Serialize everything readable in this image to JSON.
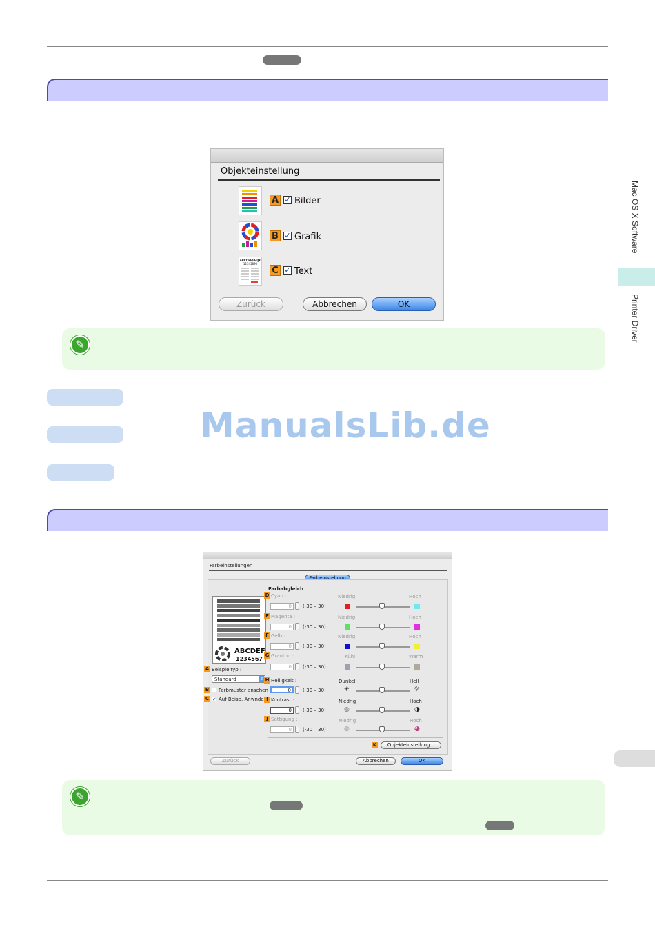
{
  "side": {
    "tab1": "Mac OS X Software",
    "tab2": "Printer Driver"
  },
  "watermark": "ManualsLib.de",
  "dialog1": {
    "title": "Objekteinstellung",
    "options": [
      {
        "tag": "A",
        "label": "Bilder",
        "checked": "✓"
      },
      {
        "tag": "B",
        "label": "Grafik",
        "checked": "✓"
      },
      {
        "tag": "C",
        "label": "Text",
        "checked": "✓"
      }
    ],
    "text_sample": "ABCDEFGHIJK",
    "text_sample_digits": "12345890",
    "buttons": {
      "back": "Zurück",
      "cancel": "Abbrechen",
      "ok": "OK"
    }
  },
  "dialog2": {
    "title": "Farbeinstellungen",
    "tab": "Farbeinstellung",
    "group": "Farbabgleich",
    "preview_text1": "ABCDEF",
    "preview_text2": "1234567",
    "range": "(-30 – 30)",
    "rows": [
      {
        "tag": "D",
        "label": "Cyan :",
        "value": "0",
        "low": "Niedrig",
        "high": "Hoch"
      },
      {
        "tag": "E",
        "label": "Magenta :",
        "value": "0",
        "low": "Niedrig",
        "high": "Hoch"
      },
      {
        "tag": "F",
        "label": "Gelb :",
        "value": "0",
        "low": "Niedrig",
        "high": "Hoch"
      },
      {
        "tag": "G",
        "label": "Grauton :",
        "value": "0",
        "low": "Kühl",
        "high": "Warm"
      },
      {
        "tag": "H",
        "label": "Helligkeit :",
        "value": "0",
        "low": "Dunkel",
        "high": "Hell"
      },
      {
        "tag": "I",
        "label": "Kontrast :",
        "value": "0",
        "low": "Niedrig",
        "high": "Hoch"
      },
      {
        "tag": "J",
        "label": "Sättigung :",
        "value": "0",
        "low": "Niedrig",
        "high": "Hoch"
      }
    ],
    "left": {
      "tagA": "A",
      "beispieltyp": "Beispieltyp :",
      "select": "Standard",
      "tagB": "B",
      "farbmuster": "Farbmuster ansehen",
      "tagC": "C",
      "aufbeisp": "Auf Beisp. Anwnde"
    },
    "tagK": "K",
    "objekt_button": "Objekteinstellung...",
    "buttons": {
      "back": "Zurück",
      "cancel": "Abbrechen",
      "ok": "OK"
    }
  }
}
